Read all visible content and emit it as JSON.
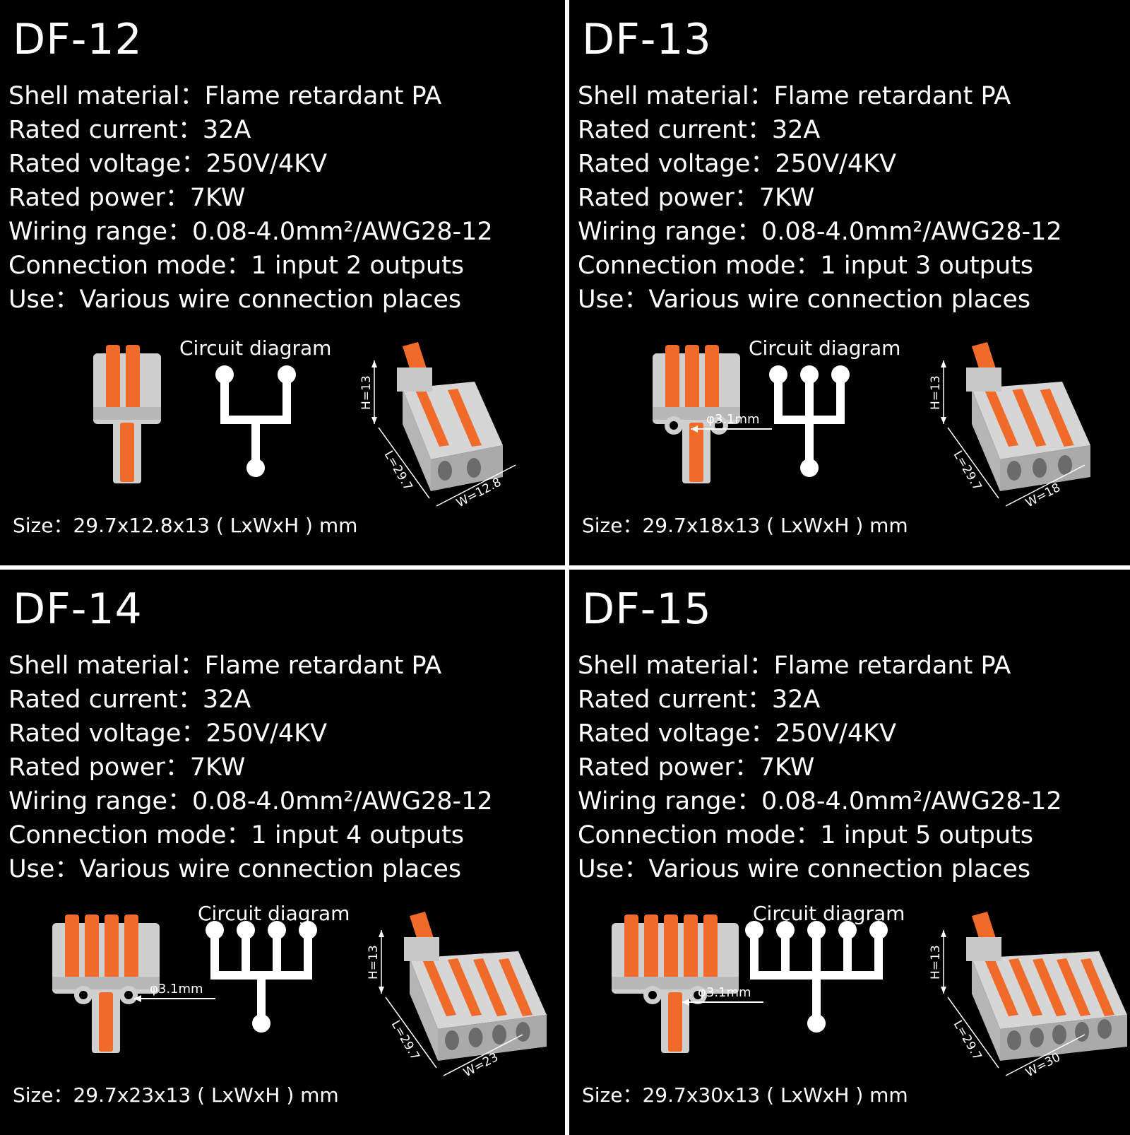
{
  "colors": {
    "background": "#000000",
    "divider": "#ffffff",
    "text": "#ffffff",
    "orange": "#f06a2a",
    "body_grey": "#cfcfcf"
  },
  "panels": [
    {
      "model": "DF-12",
      "specs": [
        "Shell material：Flame retardant PA",
        "Rated current：32A",
        "Rated voltage：250V/4KV",
        "Rated power：7KW",
        "Wiring range：0.08-4.0mm²/AWG28-12",
        "Connection mode：1 input 2 outputs",
        "Use：Various wire connection places"
      ],
      "circuit_title": "Circuit diagram",
      "outputs": 2,
      "height_label": "H=13",
      "length_label": "L=29.7",
      "width_label": "W=12.8",
      "hole_label": "",
      "size": "Size：29.7x12.8x13 ( LxWxH ) mm"
    },
    {
      "model": "DF-13",
      "specs": [
        "Shell material：Flame retardant PA",
        "Rated current：32A",
        "Rated voltage：250V/4KV",
        "Rated power：7KW",
        "Wiring range：0.08-4.0mm²/AWG28-12",
        "Connection mode：1 input 3 outputs",
        "Use：Various wire connection places"
      ],
      "circuit_title": "Circuit diagram",
      "outputs": 3,
      "height_label": "H=13",
      "length_label": "L=29.7",
      "width_label": "W=18",
      "hole_label": "φ3.1mm",
      "size": "Size：29.7x18x13 ( LxWxH ) mm"
    },
    {
      "model": "DF-14",
      "specs": [
        "Shell material：Flame retardant PA",
        "Rated current：32A",
        "Rated voltage：250V/4KV",
        "Rated power：7KW",
        "Wiring range：0.08-4.0mm²/AWG28-12",
        "Connection mode：1 input 4 outputs",
        "Use：Various wire connection places"
      ],
      "circuit_title": "Circuit diagram",
      "outputs": 4,
      "height_label": "H=13",
      "length_label": "L=29.7",
      "width_label": "W=23",
      "hole_label": "φ3.1mm",
      "size": "Size：29.7x23x13 ( LxWxH ) mm"
    },
    {
      "model": "DF-15",
      "specs": [
        "Shell material：Flame retardant PA",
        "Rated current：32A",
        "Rated voltage：250V/4KV",
        "Rated power：7KW",
        "Wiring range：0.08-4.0mm²/AWG28-12",
        "Connection mode：1 input 5 outputs",
        "Use：Various wire connection places"
      ],
      "circuit_title": "Circuit diagram",
      "outputs": 5,
      "height_label": "H=13",
      "length_label": "L=29.7",
      "width_label": "W=30",
      "hole_label": "φ3.1mm",
      "size": "Size：29.7x30x13 ( LxWxH ) mm"
    }
  ]
}
